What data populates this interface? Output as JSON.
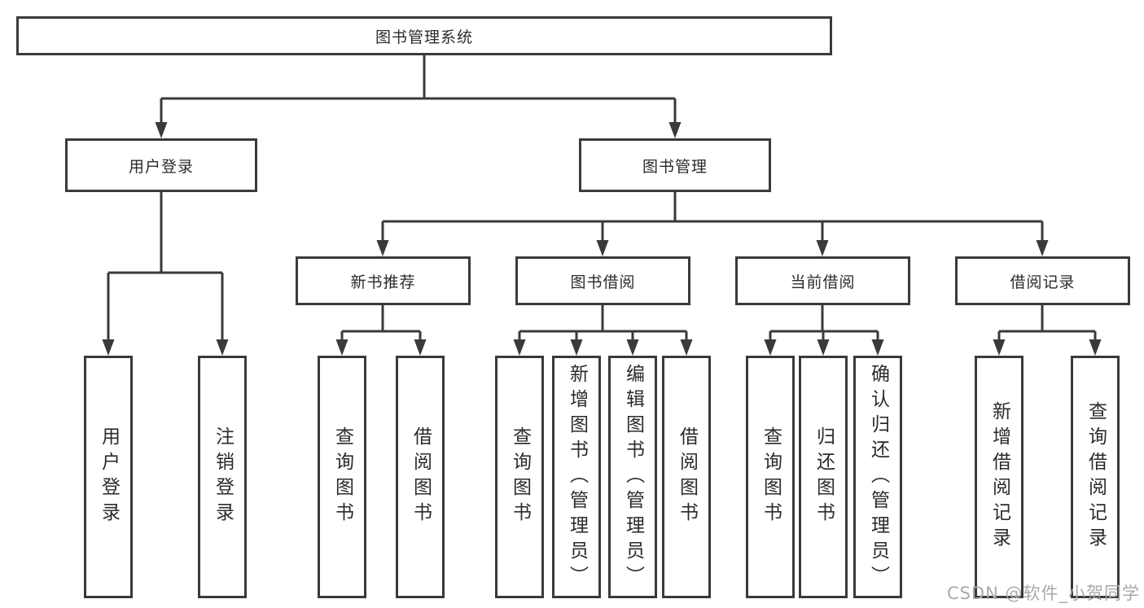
{
  "diagram": {
    "root": {
      "label": "图书管理系统"
    },
    "branches": [
      {
        "label": "用户登录",
        "children": [
          "用户登录",
          "注销登录"
        ]
      },
      {
        "label": "图书管理"
      }
    ],
    "modules": [
      {
        "label": "新书推荐",
        "children": [
          "查询图书",
          "借阅图书"
        ]
      },
      {
        "label": "图书借阅",
        "children": [
          "查询图书",
          "新增图书（管理员）",
          "编辑图书（管理员）",
          "借阅图书"
        ]
      },
      {
        "label": "当前借阅",
        "children": [
          "查询图书",
          "归还图书",
          "确认归还（管理员）"
        ]
      },
      {
        "label": "借阅记录",
        "children": [
          "新增借阅记录",
          "查询借阅记录"
        ]
      }
    ]
  },
  "watermark": "CSDN @软件_小贺同学",
  "colors": {
    "line": "#3a3a3a",
    "text": "#2b2b2b",
    "watermark": "#a9a9ad"
  }
}
